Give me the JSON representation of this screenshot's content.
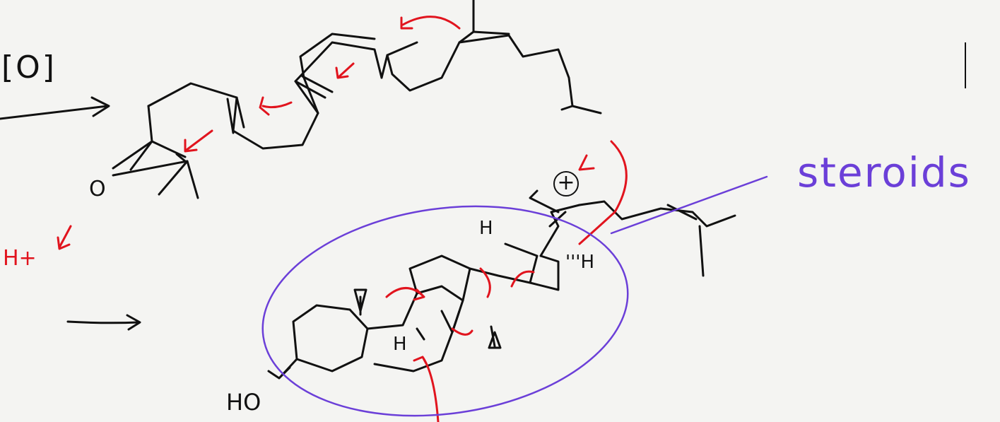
{
  "labels": {
    "oxidant": "[O]",
    "hydroxyl": "HO",
    "proton": "H+",
    "oxygen": "O",
    "steroids": "steroids",
    "hydrogen_1": "H",
    "hydrogen_2": "H",
    "hydrogen_3": "'''H",
    "cation": "+"
  },
  "colors": {
    "ink": "#111111",
    "arrow_red": "#e1141e",
    "annotation_purple": "#6b3fd8",
    "paper": "#f4f4f2"
  }
}
